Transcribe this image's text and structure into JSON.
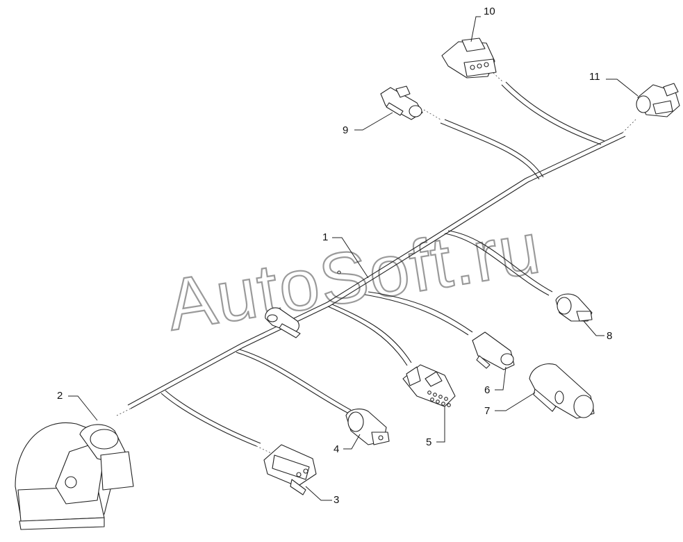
{
  "watermark": "AutoSoft.ru",
  "callouts": [
    {
      "id": "1",
      "label": "1"
    },
    {
      "id": "2",
      "label": "2"
    },
    {
      "id": "3",
      "label": "3"
    },
    {
      "id": "4",
      "label": "4"
    },
    {
      "id": "5",
      "label": "5"
    },
    {
      "id": "6",
      "label": "6"
    },
    {
      "id": "7",
      "label": "7"
    },
    {
      "id": "8",
      "label": "8"
    },
    {
      "id": "9",
      "label": "9"
    },
    {
      "id": "10",
      "label": "10"
    },
    {
      "id": "11",
      "label": "11"
    }
  ]
}
